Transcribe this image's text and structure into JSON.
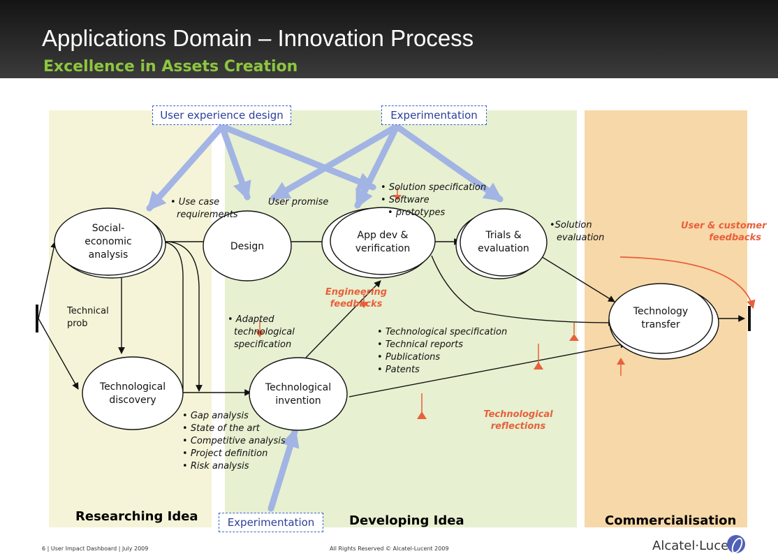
{
  "header": {
    "title": "Applications Domain – Innovation Process",
    "subtitle": "Excellence in Assets Creation"
  },
  "zones": {
    "researching": "Researching Idea",
    "developing": "Developing Idea",
    "commercialisation": "Commercialisation"
  },
  "boxes": {
    "user_experience_design": "User experience design",
    "experimentation_top": "Experimentation",
    "experimentation_bottom": "Experimentation"
  },
  "nodes": {
    "social_economic": [
      "Social-",
      "economic",
      "analysis"
    ],
    "design": [
      "Design"
    ],
    "app_dev": [
      "App dev &",
      "verification"
    ],
    "trials": [
      "Trials &",
      "evaluation"
    ],
    "technology_transfer": [
      "Technology",
      "transfer"
    ],
    "technological_discovery": [
      "Technological",
      "discovery"
    ],
    "technological_invention": [
      "Technological",
      "invention"
    ]
  },
  "notes": {
    "technical_prob": [
      "Technical",
      "prob"
    ],
    "use_case": [
      "• Use case",
      "requirements"
    ],
    "user_promise": "User promise",
    "solution_evaluation": [
      "•Solution",
      "evaluation"
    ],
    "adapted_spec": [
      "• Adapted",
      "technological",
      "specification"
    ]
  },
  "bullet_lists": {
    "solution_spec": [
      "Solution specification",
      "Software",
      "prototypes"
    ],
    "tech_spec": [
      "Technological specification",
      "Technical reports",
      "Publications",
      "Patents"
    ],
    "gap_analysis": [
      "Gap analysis",
      "State of the art",
      "Competitive analysis",
      "Project definition",
      "Risk analysis"
    ]
  },
  "red_notes": {
    "user_customer_feedbacks": [
      "User & customer",
      "feedbacks"
    ],
    "engineering_feedbacks": [
      "Engineering",
      "feedbacks"
    ],
    "technological_reflections": [
      "Technological",
      "reflections"
    ]
  },
  "footer": {
    "left": "6 | User Impact Dashboard | July 2009",
    "center": "All Rights Reserved © Alcatel-Lucent 2009",
    "logo": "Alcatel·Lucent"
  },
  "colors": {
    "research_zone": "#f5f4d8",
    "develop_zone": "#e7f0d0",
    "commercial_zone": "#f7d8a8",
    "blue_arrow": "#9fb1e6",
    "red_accent": "#e8603c",
    "subtitle_green": "#8dc63f"
  }
}
